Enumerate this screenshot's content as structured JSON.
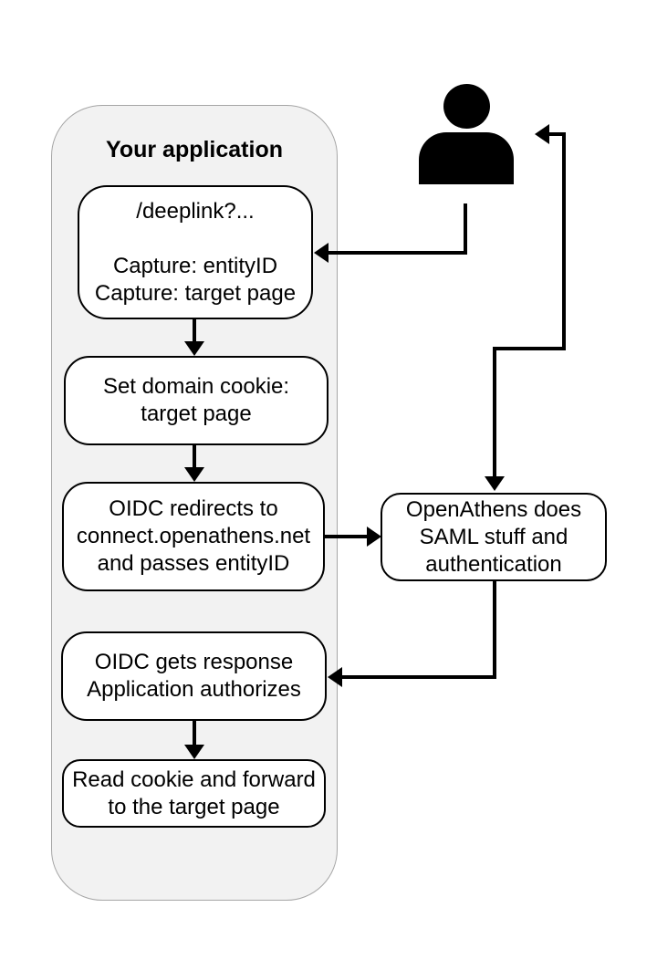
{
  "diagram": {
    "title": "Your application",
    "nodes": [
      {
        "id": "deeplink",
        "lines": [
          "/deeplink?...",
          "",
          "Capture: entityID",
          "Capture: target page"
        ]
      },
      {
        "id": "set-domain-cookie",
        "lines": [
          "Set domain cookie:",
          "target page"
        ]
      },
      {
        "id": "oidc-redirects",
        "lines": [
          "OIDC redirects to",
          "connect.openathens.net",
          "and passes entityID"
        ]
      },
      {
        "id": "openathens",
        "lines": [
          "OpenAthens does",
          "SAML stuff and",
          "authentication"
        ]
      },
      {
        "id": "oidc-gets-response",
        "lines": [
          "OIDC gets response",
          "Application authorizes"
        ]
      },
      {
        "id": "read-cookie",
        "lines": [
          "Read cookie and forward",
          "to the target page"
        ]
      }
    ],
    "icons": [
      {
        "name": "person-icon"
      }
    ],
    "colors": {
      "canvas_background": "#ffffff",
      "container_fill": "#f2f2f2",
      "container_border": "#a6a6a6",
      "node_fill": "#ffffff",
      "node_border": "#000000",
      "arrow": "#000000",
      "person_icon": "#000000",
      "text": "#000000"
    }
  }
}
